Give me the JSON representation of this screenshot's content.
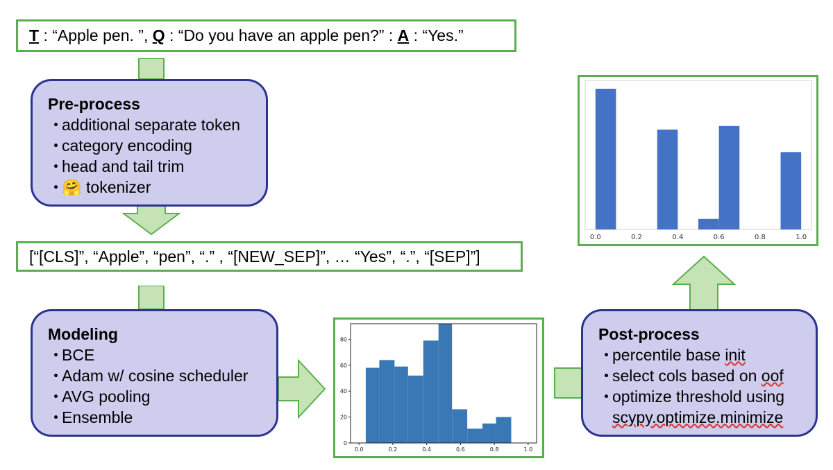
{
  "input_example": {
    "t_key": "T",
    "t_sep": " : ",
    "t_value": "“Apple pen. ”",
    "comma": ", ",
    "q_key": "Q",
    "q_sep": " : ",
    "q_value": "“Do you have an apple pen?”",
    "mid": " : ",
    "a_key": "A",
    "a_sep": " : ",
    "a_value": "“Yes.”"
  },
  "preprocess": {
    "title": "Pre-process",
    "bullet": "・",
    "items": [
      "additional separate token",
      "category encoding",
      "head and tail trim",
      "tokenizer"
    ],
    "emoji": "🤗"
  },
  "tokens": {
    "text": "[“[CLS]”, “Apple”, “pen”, “.” , “[NEW_SEP]”, … “Yes”, “.”, “[SEP]”]"
  },
  "modeling": {
    "title": "Modeling",
    "bullet": "・",
    "items": [
      "BCE",
      "Adam w/ cosine scheduler",
      "AVG pooling",
      "Ensemble"
    ]
  },
  "postprocess": {
    "title": "Post-process",
    "bullet": "・",
    "item1_a": "percentile base ",
    "item1_b": "init",
    "item2_a": "select cols based on ",
    "item2_b": "oof",
    "item3": "optimize threshold using",
    "item4": "scypy.optimize.minimize"
  },
  "colors": {
    "green_border": "#5aae4f",
    "arrow_fill": "#c6e3b5",
    "purple_fill": "#cfcdee",
    "purple_border": "#2b3391",
    "bar_blue": "#4472c4",
    "hist_blue": "#3a78b5"
  },
  "chart_data": [
    {
      "type": "bar",
      "xlim": [
        -0.05,
        1.05
      ],
      "ylim": [
        0,
        92
      ],
      "xticks": [
        "0.0",
        "0.2",
        "0.4",
        "0.6",
        "0.8",
        "1.0"
      ],
      "yticks": [
        "0",
        "20",
        "40",
        "60",
        "80"
      ],
      "bins": [
        {
          "x0": 0.04,
          "x1": 0.12,
          "value": 58
        },
        {
          "x0": 0.12,
          "x1": 0.21,
          "value": 64
        },
        {
          "x0": 0.21,
          "x1": 0.29,
          "value": 59
        },
        {
          "x0": 0.29,
          "x1": 0.38,
          "value": 52
        },
        {
          "x0": 0.38,
          "x1": 0.47,
          "value": 79
        },
        {
          "x0": 0.47,
          "x1": 0.55,
          "value": 92
        },
        {
          "x0": 0.55,
          "x1": 0.64,
          "value": 26
        },
        {
          "x0": 0.64,
          "x1": 0.73,
          "value": 11
        },
        {
          "x0": 0.73,
          "x1": 0.81,
          "value": 15
        },
        {
          "x0": 0.81,
          "x1": 0.9,
          "value": 20
        }
      ]
    },
    {
      "type": "bar",
      "xlim": [
        -0.05,
        1.05
      ],
      "ylim": [
        0,
        1
      ],
      "xticks": [
        "0.0",
        "0.2",
        "0.4",
        "0.6",
        "0.8",
        "1.0"
      ],
      "bars": [
        {
          "x0": 0.0,
          "x1": 0.1,
          "value": 1.0
        },
        {
          "x0": 0.3,
          "x1": 0.4,
          "value": 0.71
        },
        {
          "x0": 0.5,
          "x1": 0.6,
          "value": 0.075
        },
        {
          "x0": 0.6,
          "x1": 0.7,
          "value": 0.735
        },
        {
          "x0": 0.9,
          "x1": 1.0,
          "value": 0.55
        }
      ]
    }
  ]
}
